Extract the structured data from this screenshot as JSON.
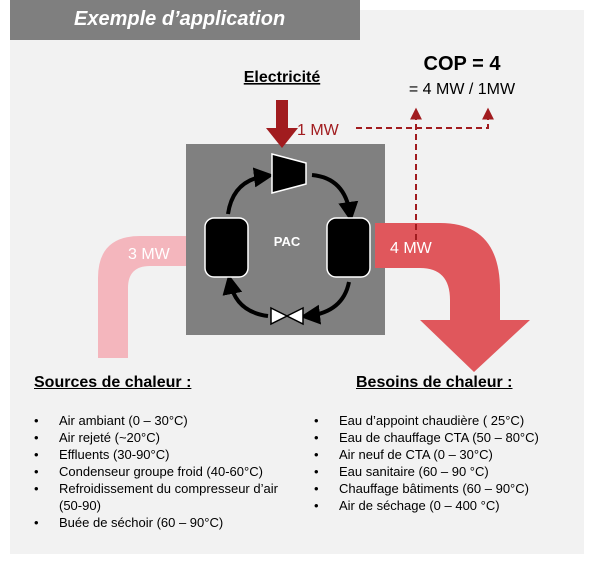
{
  "title": "Exemple d’application",
  "cop": {
    "heading": "COP = 4",
    "formula": "= 4 MW / 1MW"
  },
  "diagram": {
    "electricity_label": "Electricité",
    "electric_input": "1 MW",
    "heat_source_input": "3 MW",
    "heat_output": "4 MW",
    "pump_label": "PAC"
  },
  "colors": {
    "electric_arrow": "#a11c1f",
    "source_arrow": "#f4b6bd",
    "output_arrow": "#e0575c",
    "pac_box": "#808080",
    "panel": "#f2f2f2"
  },
  "sources": {
    "heading": "Sources de chaleur :",
    "items": [
      "Air ambiant (0 – 30°C)",
      "Air rejeté (~20°C)",
      "Effluents (30-90°C)",
      "Condenseur groupe froid (40-60°C)",
      "Refroidissement du compresseur d’air (50-90)",
      "Buée de séchoir (60 – 90°C)"
    ]
  },
  "needs": {
    "heading": "Besoins de chaleur :",
    "items": [
      "Eau d’appoint chaudière ( 25°C)",
      "Eau de chauffage CTA (50 – 80°C)",
      "Air neuf de CTA (0 – 30°C)",
      "Eau sanitaire (60 – 90 °C)",
      "Chauffage bâtiments (60 – 90°C)",
      "Air de séchage (0 – 400 °C)"
    ]
  }
}
